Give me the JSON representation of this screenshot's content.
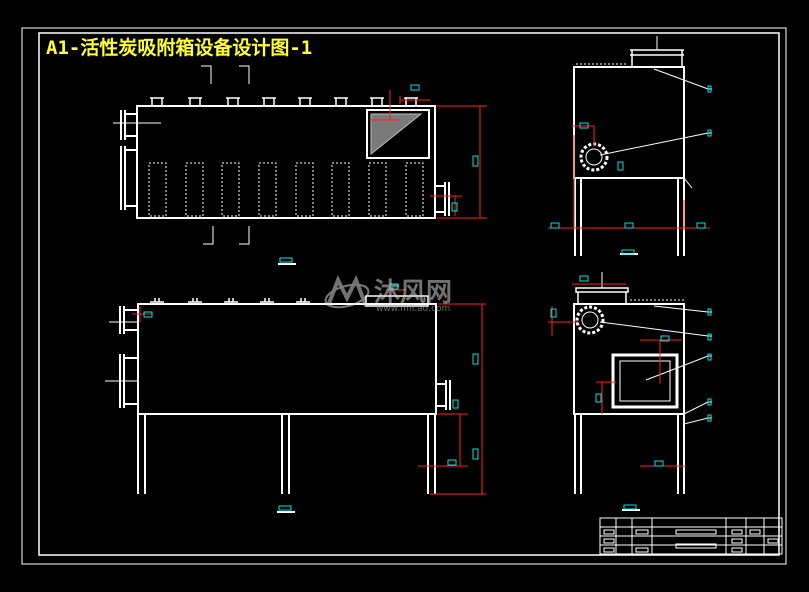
{
  "drawing": {
    "title": "A1-活性炭吸附箱设备设计图-1",
    "colors": {
      "background": "#000000",
      "outline": "#ffffff",
      "dimension": "#ff2020",
      "dimension_text": "#00e5e5",
      "title": "#ffff33"
    }
  },
  "watermark": {
    "brand": "沐风网",
    "url": "www.mfcad.com",
    "icon": "mf-logo-icon"
  }
}
